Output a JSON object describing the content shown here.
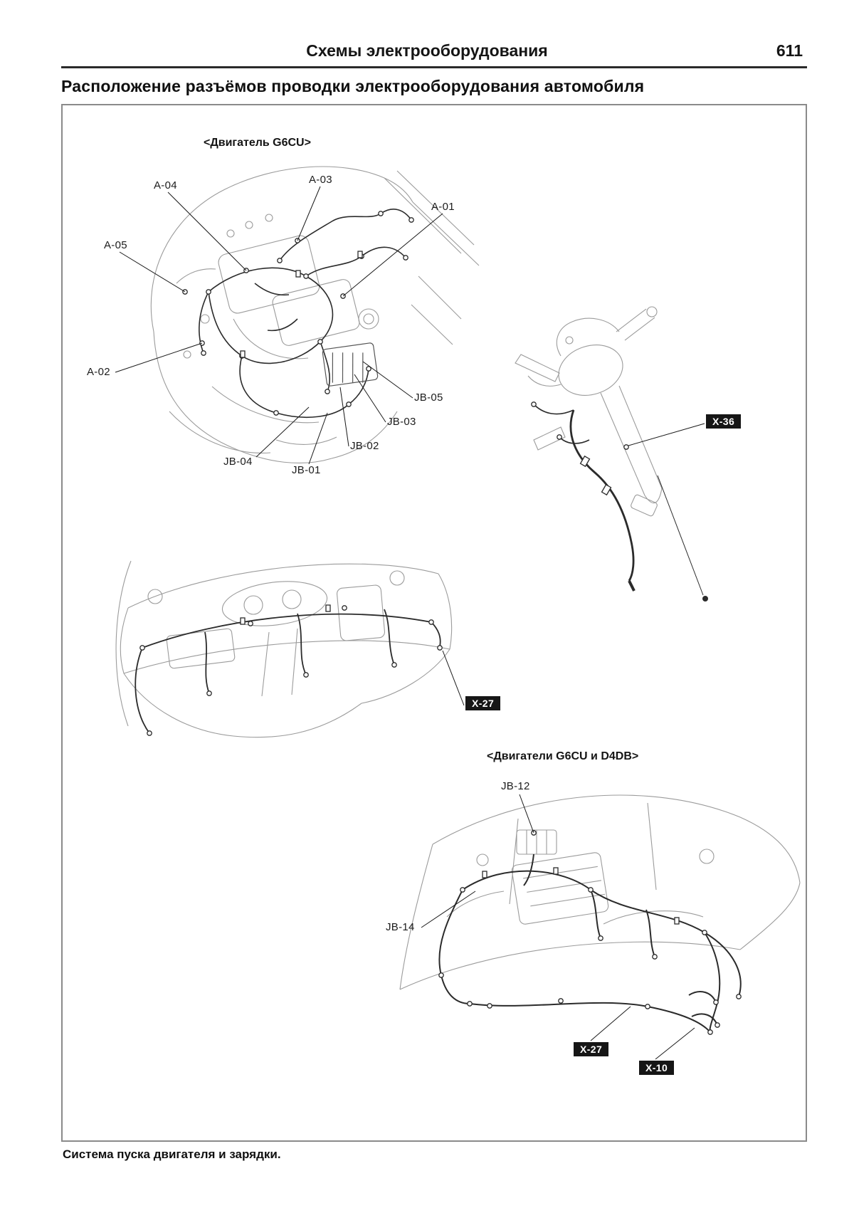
{
  "page": {
    "header_title": "Схемы электрооборудования",
    "page_number": "611",
    "heading": "Расположение разъёмов проводки электрооборудования автомобиля",
    "footer_caption": "Система пуска двигателя и зарядки."
  },
  "colors": {
    "label_box_bg": "#161616",
    "label_box_text": "#ffffff",
    "line_art": "#9b9b9b",
    "harness": "#2b2b2b"
  },
  "diagrams": {
    "engine_g6cu": {
      "caption": "<Двигатель G6CU>",
      "labels": [
        "A-04",
        "A-03",
        "A-01",
        "A-05",
        "A-02",
        "JB-05",
        "JB-03",
        "JB-02",
        "JB-04",
        "JB-01"
      ]
    },
    "steering_column": {
      "boxed_labels": [
        "X-36"
      ]
    },
    "dashboard": {
      "boxed_labels": [
        "X-27"
      ]
    },
    "engine_g6cu_d4db": {
      "caption": "<Двигатели G6CU и D4DB>",
      "labels": [
        "JB-12",
        "JB-14"
      ],
      "boxed_labels": [
        "X-27",
        "X-10"
      ]
    }
  }
}
